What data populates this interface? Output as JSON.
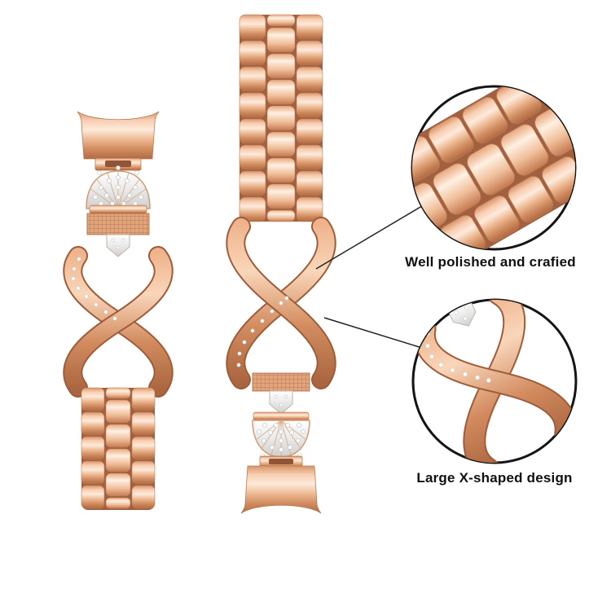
{
  "page": {
    "type": "product-photo",
    "subject": "Rose gold metal watch band with rhinestone crown and X-shaped link",
    "background": "#ffffff"
  },
  "captions": {
    "polished": "Well polished and crafied",
    "xshape": "Large X-shaped design"
  },
  "colors": {
    "rose_gold_light": "#fbe3d1",
    "rose_gold": "#e8a982",
    "rose_gold_dark": "#c27a52",
    "rose_gold_shadow": "#a5613f",
    "rhinestone_base": "#ededed",
    "outline": "#151515"
  }
}
